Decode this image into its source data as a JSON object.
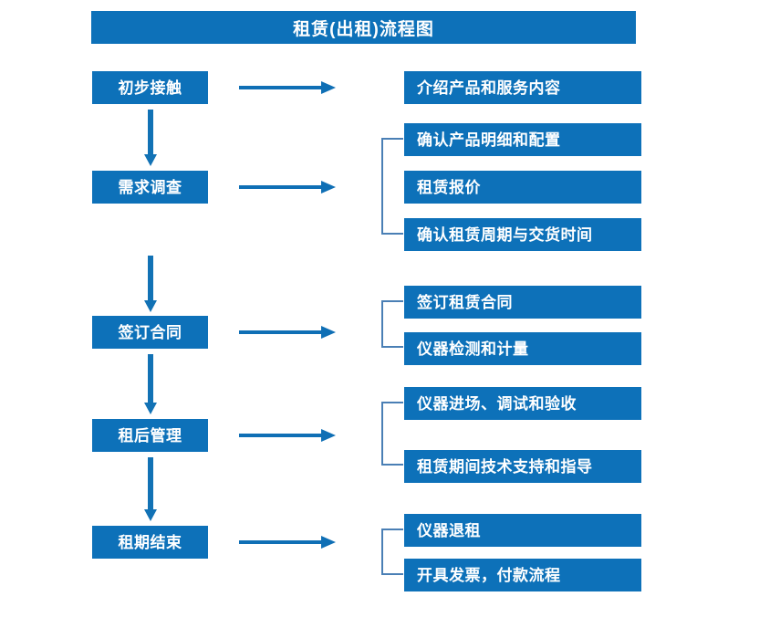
{
  "title": "租赁(出租)流程图",
  "colors": {
    "box_blue": "#0d71b9",
    "arrow_blue": "#0f6fb5",
    "bracket_blue": "#4a7fb5",
    "text_white": "#ffffff",
    "background": "#ffffff"
  },
  "flow": {
    "stages": [
      {
        "label": "初步接触"
      },
      {
        "label": "需求调查"
      },
      {
        "label": "签订合同"
      },
      {
        "label": "租后管理"
      },
      {
        "label": "租期结束"
      }
    ],
    "details": [
      {
        "label": "介绍产品和服务内容"
      },
      {
        "label": "确认产品明细和配置"
      },
      {
        "label": "租赁报价"
      },
      {
        "label": "确认租赁周期与交货时间"
      },
      {
        "label": "签订租赁合同"
      },
      {
        "label": "仪器检测和计量"
      },
      {
        "label": "仪器进场、调试和验收"
      },
      {
        "label": "租赁期间技术支持和指导"
      },
      {
        "label": "仪器退租"
      },
      {
        "label": "开具发票，付款流程"
      }
    ],
    "groups": [
      {
        "stage": "初步接触",
        "details": [
          "介绍产品和服务内容"
        ]
      },
      {
        "stage": "需求调查",
        "details": [
          "确认产品明细和配置",
          "租赁报价",
          "确认租赁周期与交货时间"
        ]
      },
      {
        "stage": "签订合同",
        "details": [
          "签订租赁合同",
          "仪器检测和计量"
        ]
      },
      {
        "stage": "租后管理",
        "details": [
          "仪器进场、调试和验收",
          "租赁期间技术支持和指导"
        ]
      },
      {
        "stage": "租期结束",
        "details": [
          "仪器退租",
          "开具发票，付款流程"
        ]
      }
    ]
  }
}
